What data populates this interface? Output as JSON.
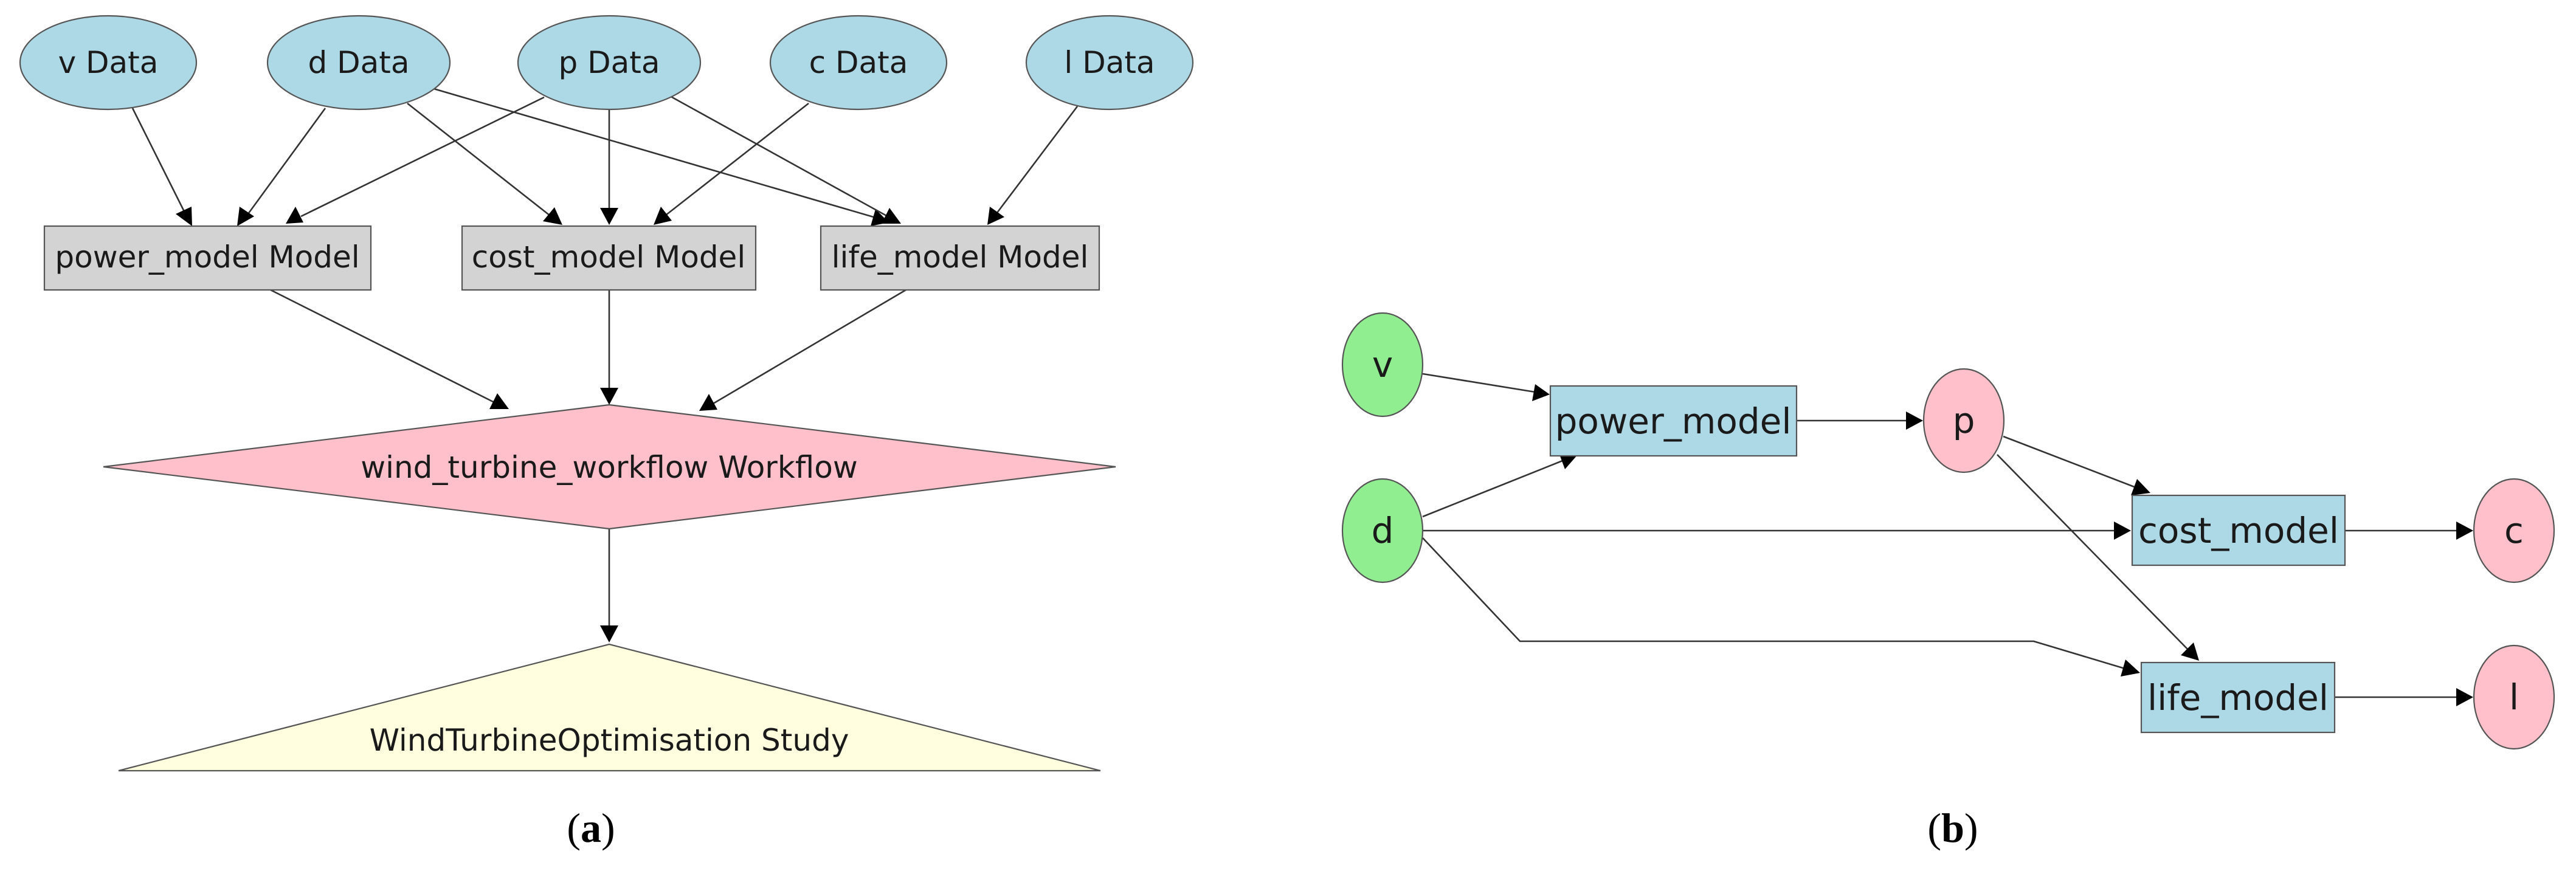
{
  "colors": {
    "data_node": "#add8e6",
    "model_node": "#d3d3d3",
    "workflow_node": "#ffc0cb",
    "study_node": "#ffffe0",
    "input_node": "#90ee90",
    "output_node": "#ffc0cb",
    "model_node_b": "#add8e6"
  },
  "panel_a": {
    "caption": {
      "open": "(",
      "letter": "a",
      "close": ")"
    },
    "data_nodes": [
      "v Data",
      "d Data",
      "p Data",
      "c Data",
      "l Data"
    ],
    "model_nodes": [
      "power_model Model",
      "cost_model Model",
      "life_model Model"
    ],
    "workflow_node": "wind_turbine_workflow Workflow",
    "study_node": "WindTurbineOptimisation Study"
  },
  "panel_b": {
    "caption": {
      "open": "(",
      "letter": "b",
      "close": ")"
    },
    "input_nodes": [
      "v",
      "d"
    ],
    "model_nodes": [
      "power_model",
      "cost_model",
      "life_model"
    ],
    "output_nodes": [
      "p",
      "c",
      "l"
    ]
  }
}
